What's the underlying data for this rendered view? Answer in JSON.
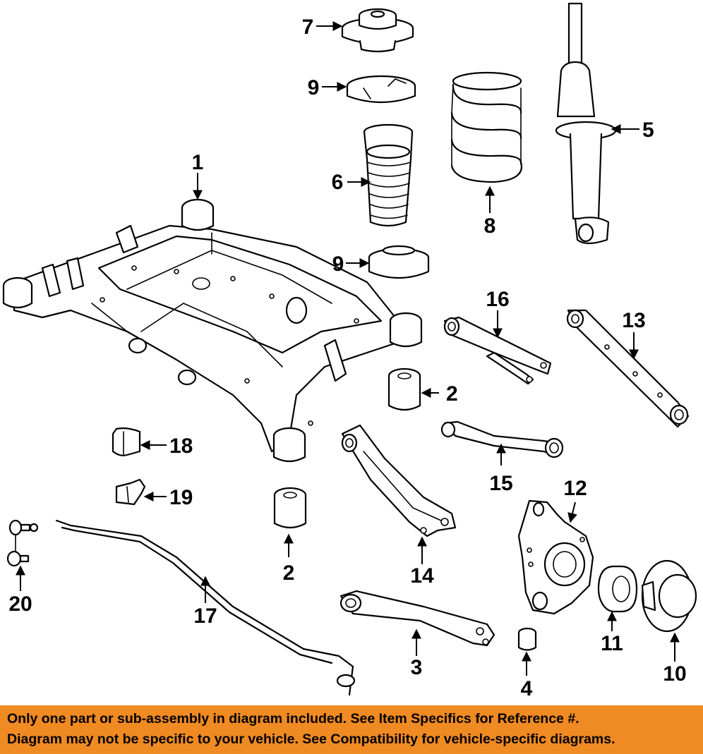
{
  "colors": {
    "banner_background": "#f08a22",
    "line_art": "#000000",
    "background": "#ffffff"
  },
  "callouts": {
    "c1": "1",
    "c2a": "2",
    "c2b": "2",
    "c3": "3",
    "c4": "4",
    "c5": "5",
    "c6": "6",
    "c7": "7",
    "c8": "8",
    "c9a": "9",
    "c9b": "9",
    "c10": "10",
    "c11": "11",
    "c12": "12",
    "c13": "13",
    "c14": "14",
    "c15": "15",
    "c16": "16",
    "c17": "17",
    "c18": "18",
    "c19": "19",
    "c20": "20"
  },
  "disclaimer": {
    "line1": "Only one part or sub-assembly in diagram included. See Item Specifics for Reference #.",
    "line2": "Diagram may not be specific to your vehicle. See Compatibility for vehicle-specific diagrams."
  }
}
